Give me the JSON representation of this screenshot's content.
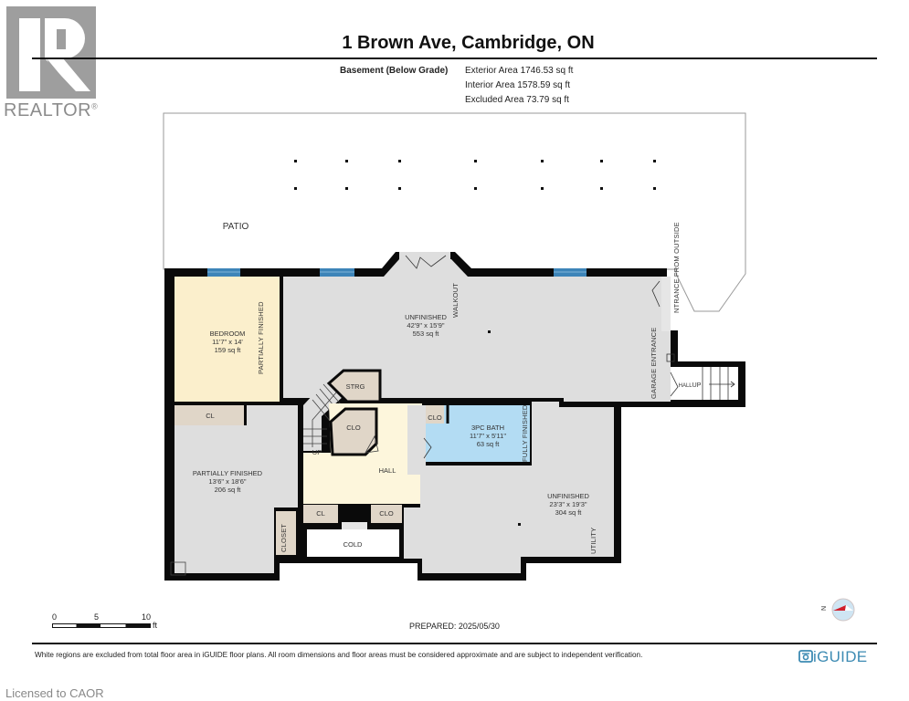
{
  "branding": {
    "realtor_logo_text": "REALTOR",
    "realtor_mark": "®",
    "iguide_logo_text": "iGUIDE",
    "licensed_text": "Licensed to CAOR"
  },
  "header": {
    "title": "1 Brown Ave, Cambridge, ON",
    "floor_label": "Basement (Below Grade)",
    "areas": [
      "Exterior Area 1746.53 sq ft",
      "Interior Area 1578.59 sq ft",
      "Excluded Area 73.79 sq ft"
    ]
  },
  "plan": {
    "patio_label": "PATIO",
    "rooms": {
      "bedroom": {
        "name": "BEDROOM",
        "dims": "11'7\" x 14'",
        "area": "159 sq ft"
      },
      "unfinished_main": {
        "name": "UNFINISHED",
        "dims": "42'9\" x 15'9\"",
        "area": "553 sq ft"
      },
      "partially_finished": {
        "name": "PARTIALLY FINISHED",
        "dims": "13'6\" x 18'6\"",
        "area": "206 sq ft"
      },
      "bath": {
        "name": "3PC BATH",
        "dims": "11'7\" x 5'11\"",
        "area": "63 sq ft"
      },
      "unfinished_utility": {
        "name": "UNFINISHED",
        "dims": "23'3\" x 19'3\"",
        "area": "304 sq ft"
      },
      "hall": {
        "name": "HALL"
      },
      "strg": {
        "name": "STRG"
      },
      "clo_stairs": {
        "name": "CLO"
      },
      "clo_bath": {
        "name": "CLO"
      },
      "clo_hall": {
        "name": "CLO"
      },
      "cl_bedroom": {
        "name": "CL"
      },
      "cl_hall": {
        "name": "CL"
      },
      "closet": {
        "name": "CLOSET"
      },
      "cold": {
        "name": "COLD"
      },
      "up": {
        "name": "UP"
      },
      "hallup": {
        "hall": "HALL",
        "up": "UP"
      }
    },
    "vertical_labels": {
      "partially_finished": "PARTIALLY FINISHED",
      "walkout": "WALKOUT",
      "garage_entrance": "GARAGE ENTRANCE",
      "entrance_outside": "NTRANCE FROM OUTSIDE",
      "fully_finished": "FULLY FINISHED",
      "utility": "UTILITY"
    },
    "colors": {
      "wall": "#0a0a0a",
      "unfinished": "#dedede",
      "bedroom": "#fbefcc",
      "hall": "#fdf6dc",
      "bath": "#b3dcf3",
      "closet": "#e0d6c8",
      "window": "#3d84b8"
    }
  },
  "footer": {
    "scale_ticks": [
      "0",
      "5",
      "10"
    ],
    "scale_unit": "ft",
    "prepared": "PREPARED: 2025/05/30",
    "compass_label": "N",
    "disclaimer": "White regions are excluded from total floor area in iGUIDE floor plans. All room dimensions and floor areas must be considered approximate and are subject to independent verification."
  }
}
